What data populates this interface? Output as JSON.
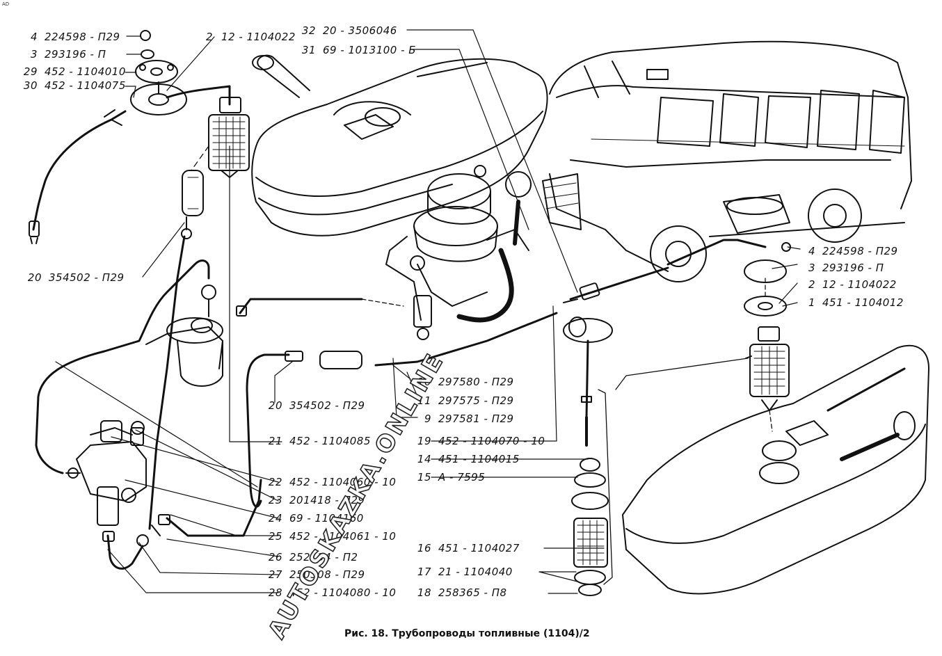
{
  "corner_mark": "AD",
  "caption": "Рис. 18. Трубопроводы топливные (1104)/2",
  "watermark": "AUTOSKAZKA.ONLINE",
  "callouts_top_left": [
    {
      "num": "4",
      "code": "224598 - П29"
    },
    {
      "num": "3",
      "code": "293196 - П"
    },
    {
      "num": "29",
      "code": "452 - 1104010"
    },
    {
      "num": "30",
      "code": "452 - 1104075"
    }
  ],
  "callout_2_top": {
    "num": "2",
    "code": "12 - 1104022"
  },
  "callouts_top_center": [
    {
      "num": "32",
      "code": "20 - 3506046"
    },
    {
      "num": "31",
      "code": "69 - 1013100 - Б"
    }
  ],
  "callout_20_left": {
    "num": "20",
    "code": "354502 - П29"
  },
  "callouts_right": [
    {
      "num": "4",
      "code": "224598 - П29"
    },
    {
      "num": "3",
      "code": "293196 - П"
    },
    {
      "num": "2",
      "code": "12 - 1104022"
    },
    {
      "num": "1",
      "code": "451 - 1104012"
    }
  ],
  "callouts_middle": [
    {
      "num": "10",
      "code": "297580 - П29"
    },
    {
      "num": "11",
      "code": "297575 - П29"
    },
    {
      "num": "20",
      "code": "354502 - П29"
    },
    {
      "num": "9",
      "code": "297581 - П29"
    },
    {
      "num": "21",
      "code": "452 - 1104085"
    },
    {
      "num": "19",
      "code": "452 - 1104070 - 10"
    },
    {
      "num": "14",
      "code": "451 - 1104015"
    },
    {
      "num": "15",
      "code": "А - 7595"
    }
  ],
  "callouts_bottom_left": [
    {
      "num": "22",
      "code": "452 - 1104060 - 10"
    },
    {
      "num": "23",
      "code": "201418 - П29"
    },
    {
      "num": "24",
      "code": "69 - 1104160"
    },
    {
      "num": "25",
      "code": "452 - 1104061 - 10"
    },
    {
      "num": "26",
      "code": "252134 - П2"
    },
    {
      "num": "27",
      "code": "250508 - П29"
    },
    {
      "num": "28",
      "code": "452 - 1104080 - 10"
    }
  ],
  "callouts_filter": [
    {
      "num": "16",
      "code": "451 - 1104027"
    },
    {
      "num": "17",
      "code": "21 - 1104040"
    },
    {
      "num": "18",
      "code": "258365 - П8"
    }
  ]
}
